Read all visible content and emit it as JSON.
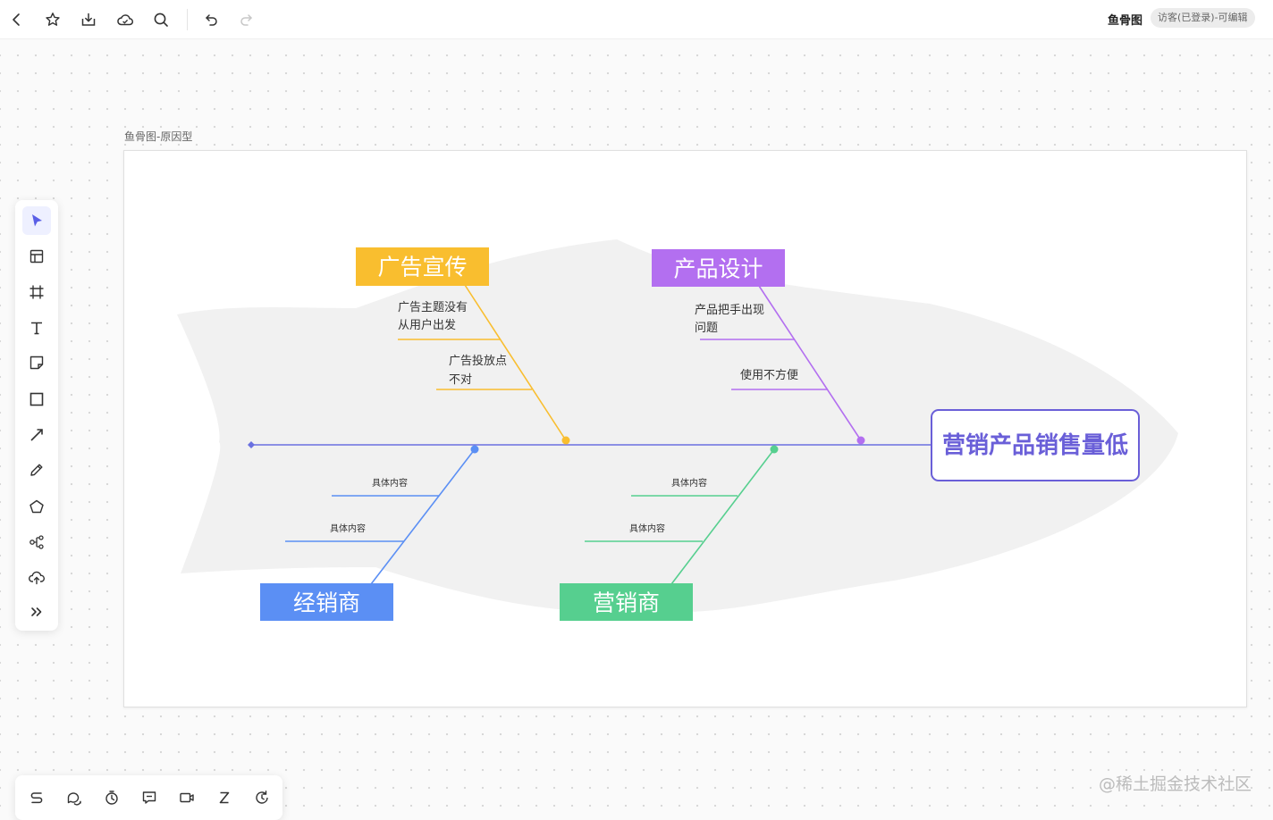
{
  "header": {
    "doc_title": "鱼骨图",
    "status_badge": "访客(已登录)-可编辑",
    "icons": [
      "back-icon",
      "star-icon",
      "save-download-icon",
      "cloud-icon",
      "search-icon",
      "undo-icon",
      "redo-icon"
    ]
  },
  "left_toolbar": {
    "tools": [
      "select-pointer-icon",
      "template-layout-icon",
      "frame-crop-icon",
      "text-icon",
      "sticky-note-icon",
      "rectangle-icon",
      "line-arrow-icon",
      "pen-icon",
      "polygon-icon",
      "mindmap-icon",
      "upload-icon",
      "more-icon"
    ],
    "active_tool": "select-pointer-icon"
  },
  "bottom_toolbar": {
    "tools": [
      "connector-icon",
      "comment-bubbles-icon",
      "timer-icon",
      "chat-icon",
      "video-icon",
      "sleep-z-icon",
      "history-icon"
    ]
  },
  "canvas": {
    "frame_label": "鱼骨图-原因型"
  },
  "fishbone": {
    "head": "营销产品销售量低",
    "categories": [
      {
        "id": "ad",
        "label": "广告宣传",
        "color": "#f9be2f",
        "causes": [
          "广告主题没有",
          "从用户出发",
          "广告投放点",
          "不对"
        ]
      },
      {
        "id": "product",
        "label": "产品设计",
        "color": "#b36ff0",
        "causes": [
          "产品把手出现",
          "问题",
          "使用不方便"
        ]
      },
      {
        "id": "dealer",
        "label": "经销商",
        "color": "#5b8ff4",
        "causes": [
          "具体内容",
          "具体内容"
        ]
      },
      {
        "id": "marketer",
        "label": "营销商",
        "color": "#56cf8f",
        "causes": [
          "具体内容",
          "具体内容"
        ]
      }
    ],
    "spine_color": "#6a70e0",
    "head_color": "#6a5fd8"
  },
  "watermark": "@稀土掘金技术社区"
}
